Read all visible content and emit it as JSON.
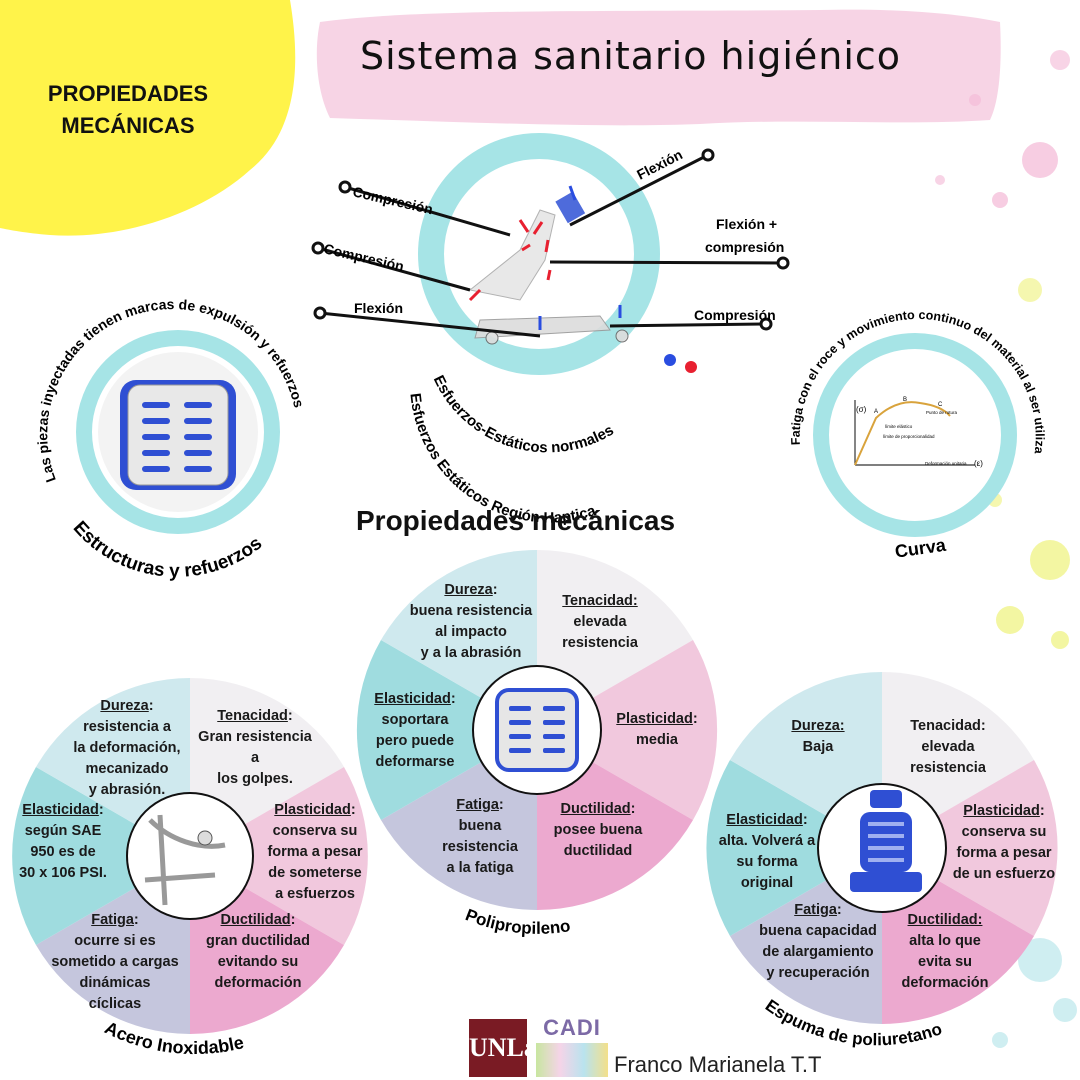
{
  "header": {
    "title": "Sistema sanitario higiénico",
    "section": "PROPIEDADES MECÁNICAS"
  },
  "top_diagram": {
    "labels": {
      "compresion_1": "Compresión",
      "compresion_2": "Compresión",
      "flexion_left": "Flexión",
      "flexion_top": "Flexión",
      "flexion_compresion_1": "Flexión +",
      "flexion_compresion_2": "compresión",
      "compresion_right": "Compresión"
    },
    "legend_normales": "Esfuerzos-Estáticos normales",
    "legend_haptica": "Esfuerzos Estáticos Región Haptica",
    "colors": {
      "normales": "#2a4de0",
      "haptica": "#e82030"
    }
  },
  "left_circle": {
    "arc_text": "Las piezas inyectadas tienen marcas de expulsión y refuerzos",
    "caption": "Estructuras y refuerzos"
  },
  "right_circle": {
    "arc_text": "Fatiga con el roce y movimiento continuo del material al ser utilizado por el usuario apoyandose en él",
    "caption": "Curva",
    "graph": {
      "sigma": "(σ)",
      "epsilon": "(ε)",
      "x_label": "Deformación unitaria",
      "rotura": "Punto de rotura",
      "elastico": "límite elástico",
      "proporcionalidad": "límite de proporcionalidad",
      "points": [
        "A",
        "B",
        "C"
      ]
    }
  },
  "subtitle": "Propiedades mecánicas",
  "polipropileno": {
    "name": "Polipropileno",
    "dureza": {
      "head": "Dureza",
      "sep": ":",
      "body": [
        "buena resistencia",
        "al impacto",
        "y a la abrasión"
      ]
    },
    "tenacidad": {
      "head": "Tenacidad:",
      "body": [
        "elevada",
        "resistencia"
      ]
    },
    "elasticidad": {
      "head": "Elasticidad",
      "sep": ":",
      "body": [
        "soportara",
        "pero puede",
        "deformarse"
      ]
    },
    "plasticidad": {
      "head": "Plasticidad",
      "sep": ":",
      "body": [
        "media"
      ]
    },
    "fatiga": {
      "head": "Fatiga",
      "sep": ":",
      "body": [
        "buena",
        "resistencia",
        "a la fatiga"
      ]
    },
    "ductilidad": {
      "head": "Ductilidad",
      "sep": ":",
      "body": [
        "posee buena",
        "ductilidad"
      ]
    }
  },
  "acero": {
    "name": "Acero  Inoxidable",
    "dureza": {
      "head": "Dureza",
      "sep": ":",
      "body": [
        "resistencia a",
        "la deformación,",
        "mecanizado",
        "y abrasión."
      ]
    },
    "tenacidad": {
      "head": "Tenacidad",
      "sep": ":",
      "body": [
        "Gran resistencia",
        "a",
        "los golpes."
      ]
    },
    "elasticidad": {
      "head": "Elasticidad",
      "sep": ":",
      "body": [
        "según SAE",
        "950 es de",
        "30 x 106 PSI."
      ]
    },
    "plasticidad": {
      "head": "Plasticidad",
      "sep": ":",
      "body": [
        "conserva su",
        "forma a pesar",
        "de someterse",
        "a esfuerzos"
      ]
    },
    "fatiga": {
      "head": "Fatiga",
      "sep": ":",
      "body": [
        "ocurre si es",
        "sometido a cargas",
        "dinámicas",
        "cíclicas"
      ]
    },
    "ductilidad": {
      "head": "Ductilidad",
      "sep": ":",
      "body": [
        "gran ductilidad",
        "evitando su",
        "deformación"
      ]
    }
  },
  "espuma": {
    "name": "Espuma de poliuretano",
    "dureza": {
      "head": "Dureza:",
      "body": [
        "Baja"
      ]
    },
    "tenacidad": {
      "head": "Tenacidad:",
      "body": [
        "elevada",
        "resistencia"
      ]
    },
    "elasticidad": {
      "head": "Elasticidad",
      "sep": ":",
      "body": [
        "alta. Volverá a",
        "su forma",
        "original"
      ]
    },
    "plasticidad": {
      "head": "Plasticidad",
      "sep": ":",
      "body": [
        "conserva su",
        "forma a pesar",
        "de un esfuerzo"
      ]
    },
    "fatiga": {
      "head": "Fatiga",
      "sep": ":",
      "body": [
        "buena capacidad",
        "de alargamiento",
        "y recuperación"
      ]
    },
    "ductilidad": {
      "head": "Ductilidad:",
      "body": [
        "alta lo que",
        "evita su",
        "deformación"
      ]
    }
  },
  "footer": {
    "author": "Franco Marianela T.T",
    "logo_unla": "UNLa",
    "logo_cadi": "CADI"
  },
  "palette": {
    "cyan_ring": "#a6e4e6",
    "pink_banner": "#f5c9df",
    "yellow_blob": "#fff24a",
    "seg_light_cyan": "#cfe9ee",
    "seg_light_gray": "#f1eff2",
    "seg_cyan": "#9fdcdf",
    "seg_pink": "#f1c8dd",
    "seg_lavender": "#c5c6dd",
    "seg_hot_pink": "#eca9cf"
  }
}
